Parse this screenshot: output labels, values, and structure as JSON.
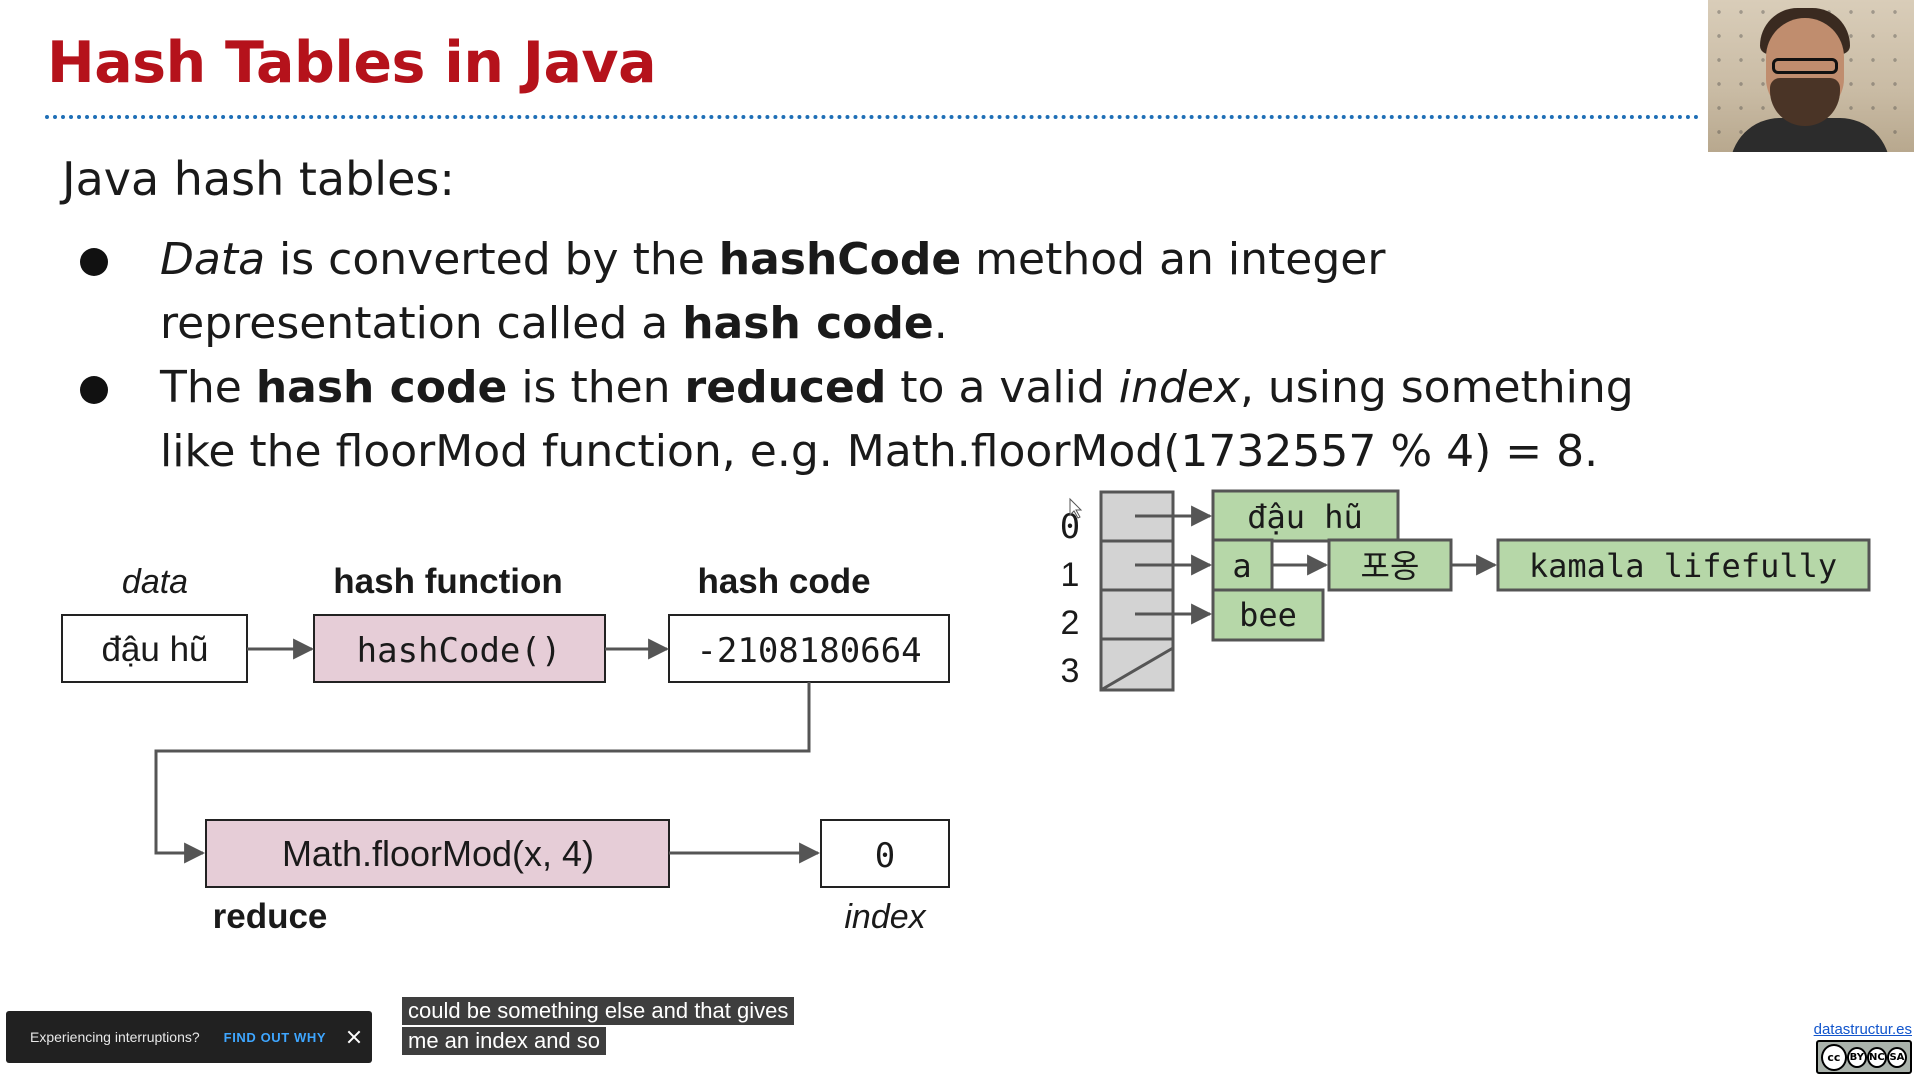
{
  "slide": {
    "title": "Hash Tables in Java",
    "lead": "Java hash tables:",
    "bullet1": {
      "p1": "Data",
      "p2": " is converted by the ",
      "p3": "hashCode",
      "p4": " method an integer representation called a ",
      "p5": "hash code",
      "p6": "."
    },
    "bullet2": {
      "p1": "The ",
      "p2": "hash code",
      "p3": " is then ",
      "p4": "reduced",
      "p5": " to a valid ",
      "p6": "index",
      "p7": ", using something like the floorMod function, e.g. Math.floorMod(1732557 % 4) = 8."
    }
  },
  "pipeline": {
    "data_label": "data",
    "data_value": "đậu hũ",
    "hash_fn_label": "hash function",
    "hash_fn_value": "hashCode()",
    "hash_code_label": "hash code",
    "hash_code_value": "-2108180664",
    "reduce_fn_value": "Math.floorMod(x, 4)",
    "reduce_label": "reduce",
    "index_value": "0",
    "index_label": "index"
  },
  "table": {
    "indices": [
      "0",
      "1",
      "2",
      "3"
    ],
    "bucket0": [
      "đậu hũ"
    ],
    "bucket1": [
      "a",
      "포옹",
      "kamala lifefully"
    ],
    "bucket2": [
      "bee"
    ]
  },
  "colors": {
    "title": "#b5121b",
    "rule": "#1f6fb6",
    "pink_box": "#e6cdd7",
    "green_box": "#b6d7a8",
    "array_cell": "#d3d3d3",
    "link": "#3ea6ff"
  },
  "player": {
    "toast_message": "Experiencing interruptions?",
    "toast_link": "FIND OUT WHY",
    "caption_line1": "could be something else and that gives",
    "caption_line2": "me an index and so",
    "footer_link": "datastructur.es",
    "license": [
      "cc",
      "BY",
      "NC",
      "SA"
    ]
  }
}
